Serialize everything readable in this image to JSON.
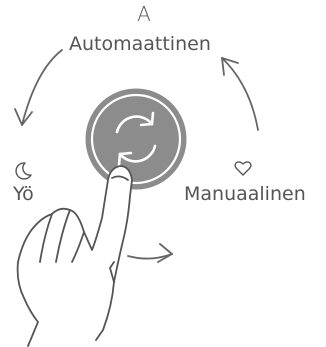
{
  "modes": {
    "auto": {
      "label": "Automaattinen",
      "icon_letter": "A",
      "icon": "auto-letter-icon"
    },
    "night": {
      "label": "Yö",
      "icon": "moon-icon"
    },
    "manual": {
      "label": "Manuaalinen",
      "icon": "heart-icon"
    }
  },
  "center_button": {
    "icon": "cycle-arrows-icon"
  },
  "colors": {
    "line": "#666666",
    "button_fill": "#8c8c8c",
    "button_ring": "#ffffff",
    "text": "#555555"
  }
}
